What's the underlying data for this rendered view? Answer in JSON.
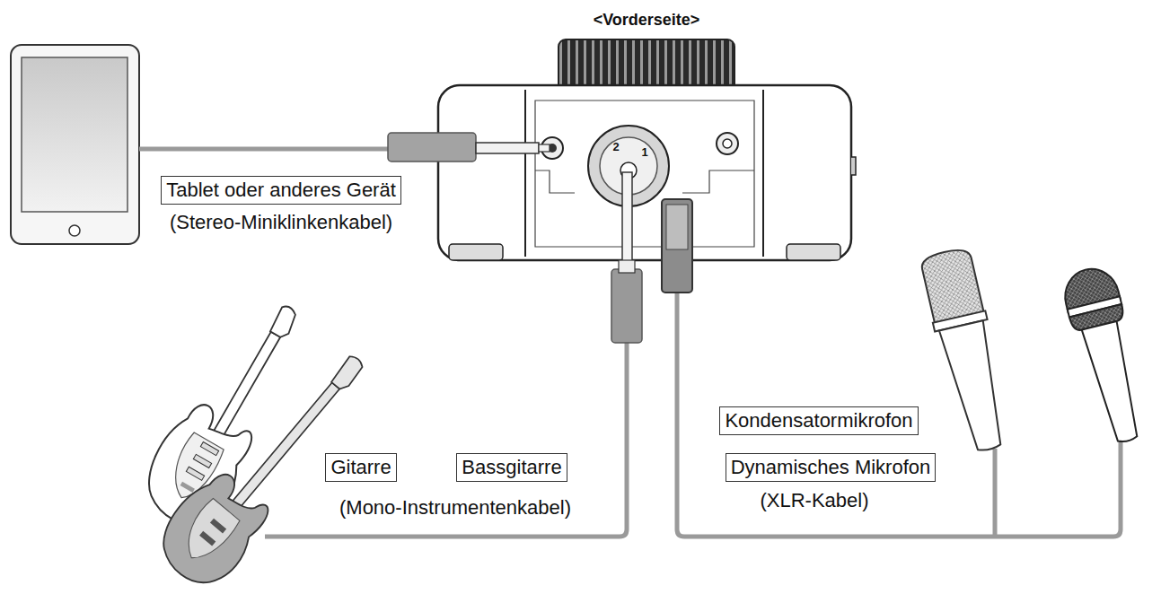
{
  "diagram": {
    "title": "<Vorderseite>",
    "nodes": [
      {
        "text": [
          "Tablet oder anderes Gerät"
        ]
      },
      {
        "text": [
          "Gitarre"
        ]
      },
      {
        "text": [
          "Bassgitarre"
        ]
      },
      {
        "text": [
          "Kondensatormikrofon"
        ]
      },
      {
        "text": [
          "Dynamisches Mikrofon"
        ]
      }
    ],
    "labels": [
      "(Stereo-Miniklinkenkabel)",
      "(Mono-Instrumentenkabel)",
      "(XLR-Kabel)",
      "2",
      "1"
    ]
  }
}
